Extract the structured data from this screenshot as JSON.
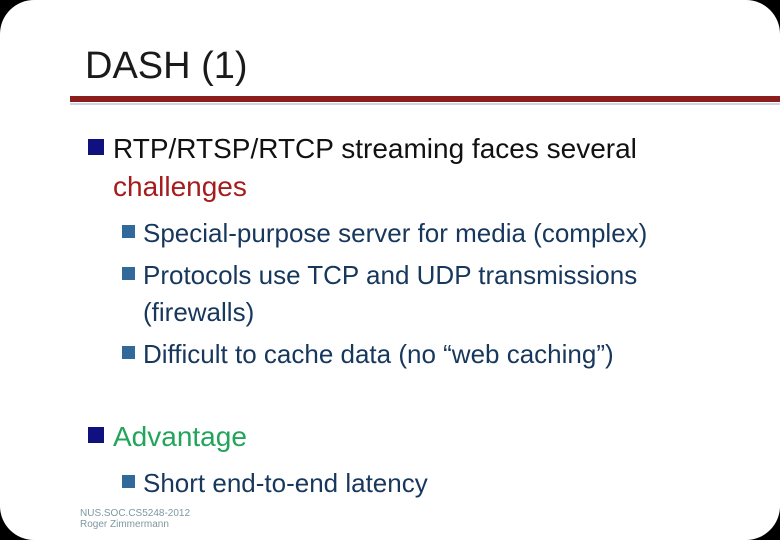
{
  "slide": {
    "title": "DASH (1)",
    "bullet1": {
      "line1": "RTP/RTSP/RTCP streaming faces several",
      "line2": "challenges"
    },
    "sub_bullets": [
      {
        "line1": "Special-purpose server for media (complex)",
        "line2": ""
      },
      {
        "line1": "Protocols use TCP and UDP transmissions",
        "line2": "(firewalls)"
      },
      {
        "line1": "Difficult to cache data (no “web caching”)",
        "line2": ""
      }
    ],
    "bullet2": {
      "label": "Advantage"
    },
    "bullet2_sub": {
      "line1": "Short end-to-end latency"
    },
    "footer": {
      "course": "NUS.SOC.CS5248-2012",
      "author": "Roger Zimmermann"
    }
  },
  "colors": {
    "title_rule": "#8C1D1D",
    "rule_shadow": "#CCD6E2",
    "accent_red": "#A61B1B",
    "accent_green": "#22A45B",
    "bullet_navy": "#10107E",
    "bullet_steel": "#31699B",
    "body_navy": "#17375D",
    "footer_gray": "#7E98A3",
    "slide_background": "#FFFFFF",
    "outer_background": "#000000"
  }
}
